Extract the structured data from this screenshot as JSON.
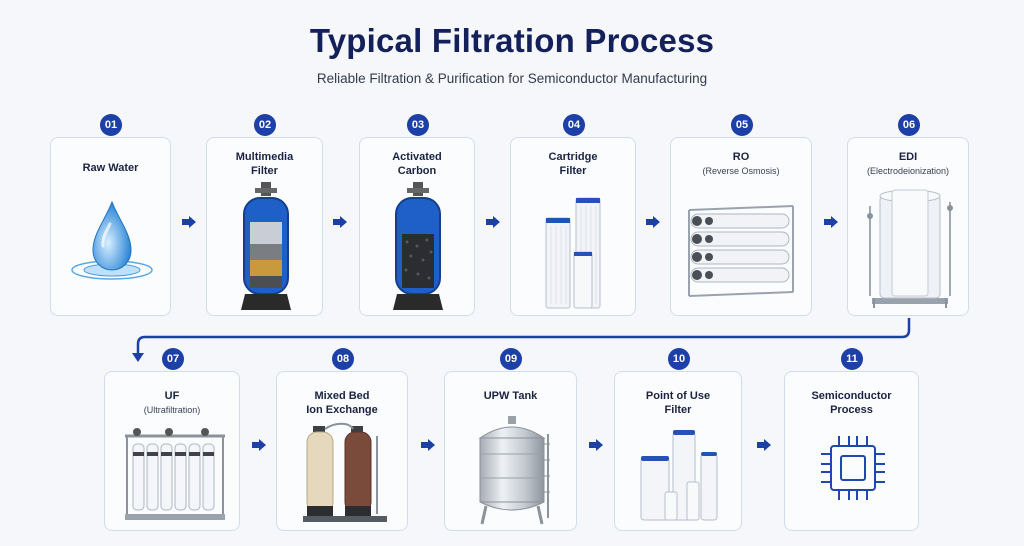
{
  "header": {
    "title": "Typical Filtration Process",
    "subtitle": "Reliable Filtration & Purification for Semiconductor Manufacturing"
  },
  "colors": {
    "accent": "#1c3fa8",
    "title": "#13205a",
    "card_border": "#d3dced",
    "background": "#f5f7fa"
  },
  "steps": [
    {
      "num": "01",
      "line1": "Raw Water",
      "line2": "",
      "sub": "",
      "icon": "water-drop-icon"
    },
    {
      "num": "02",
      "line1": "Multimedia",
      "line2": "Filter",
      "sub": "",
      "icon": "multimedia-filter-tank-icon"
    },
    {
      "num": "03",
      "line1": "Activated",
      "line2": "Carbon",
      "sub": "",
      "icon": "carbon-filter-tank-icon"
    },
    {
      "num": "04",
      "line1": "Cartridge",
      "line2": "Filter",
      "sub": "",
      "icon": "cartridge-filters-icon"
    },
    {
      "num": "05",
      "line1": "RO",
      "line2": "",
      "sub": "(Reverse Osmosis)",
      "icon": "ro-rack-icon"
    },
    {
      "num": "06",
      "line1": "EDI",
      "line2": "",
      "sub": "(Electrodeionization)",
      "icon": "edi-unit-icon"
    },
    {
      "num": "07",
      "line1": "UF",
      "line2": "",
      "sub": "(Ultrafiltration)",
      "icon": "uf-skid-icon"
    },
    {
      "num": "08",
      "line1": "Mixed Bed",
      "line2": "Ion Exchange",
      "sub": "",
      "icon": "ion-exchange-tanks-icon"
    },
    {
      "num": "09",
      "line1": "UPW Tank",
      "line2": "",
      "sub": "",
      "icon": "upw-tank-icon"
    },
    {
      "num": "10",
      "line1": "Point of Use",
      "line2": "Filter",
      "sub": "",
      "icon": "point-of-use-filters-icon"
    },
    {
      "num": "11",
      "line1": "Semiconductor",
      "line2": "Process",
      "sub": "",
      "icon": "chip-icon"
    }
  ]
}
